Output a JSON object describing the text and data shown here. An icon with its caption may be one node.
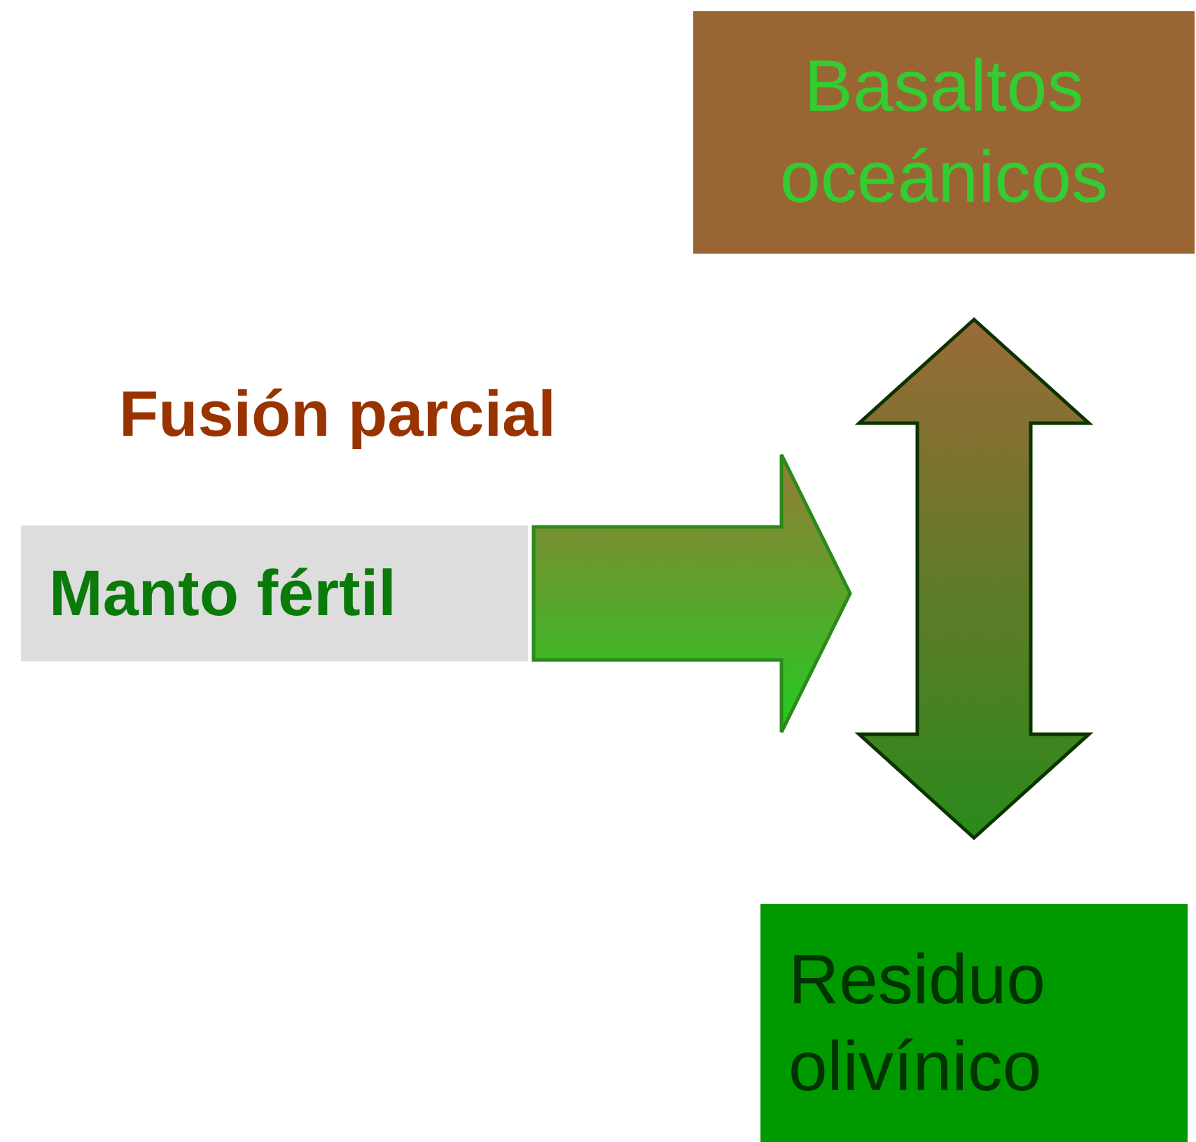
{
  "diagram": {
    "nodes": [
      {
        "text": [
          "Manto fértil"
        ]
      },
      {
        "text": [
          "Basaltos oceánicos"
        ]
      },
      {
        "text": [
          "Residuo olivínico"
        ]
      }
    ],
    "edges": [
      {
        "from": 0,
        "to": null,
        "arrow": "to",
        "label": "Fusión parcial"
      },
      {
        "from": 1,
        "to": 2,
        "arrow": "both"
      }
    ]
  }
}
